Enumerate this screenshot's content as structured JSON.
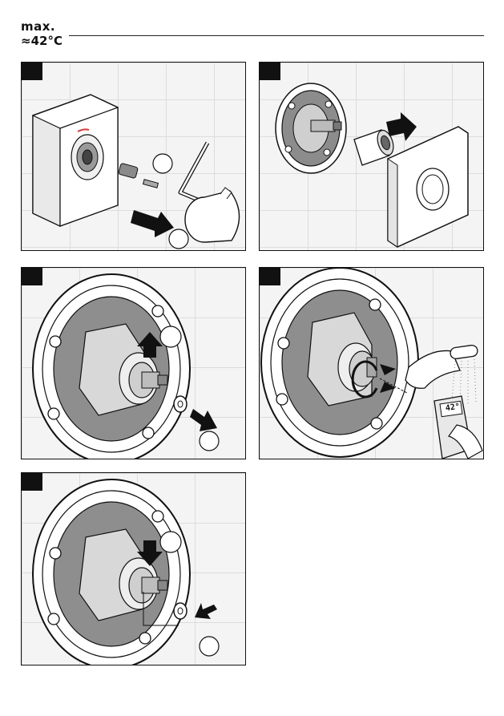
{
  "header": {
    "max_label": "max.",
    "temperature_label": "≈42°C"
  },
  "panels": [
    {
      "id": "panel-1"
    },
    {
      "id": "panel-2"
    },
    {
      "id": "panel-3"
    },
    {
      "id": "panel-4",
      "display_reading": "42°"
    },
    {
      "id": "panel-5"
    }
  ],
  "colors": {
    "line": "#111111",
    "tile_grout": "#d9d9d9",
    "tile": "#f2f2f2",
    "metal_dark": "#7a7a7a",
    "metal_light": "#cfcfcf",
    "accent_red": "#d63c3c"
  }
}
